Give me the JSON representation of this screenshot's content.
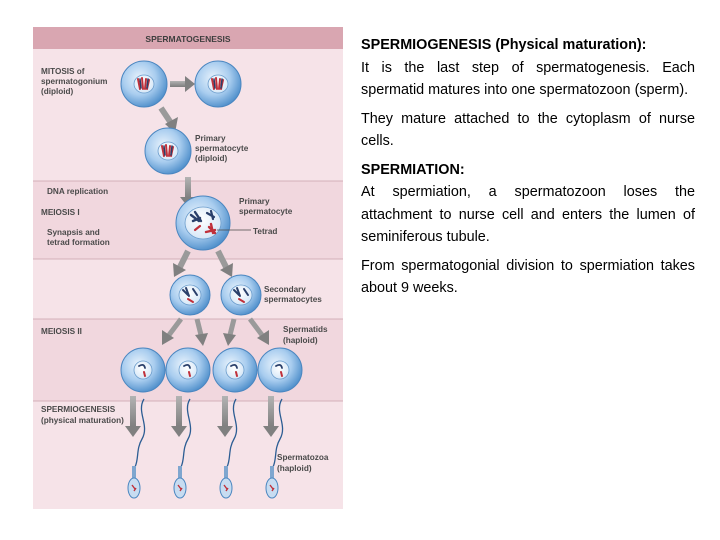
{
  "figure": {
    "title": "SPERMATOGENESIS",
    "labels": {
      "mitosis_1": "MITOSIS of",
      "mitosis_2": "spermatogonium",
      "mitosis_3": "(diploid)",
      "primary_a_1": "Primary",
      "primary_a_2": "spermatocyte",
      "primary_a_3": "(diploid)",
      "dna_replication": "DNA replication",
      "meiosis_1": "MEIOSIS I",
      "synapsis_1": "Synapsis and",
      "synapsis_2": "tetrad formation",
      "primary_b_1": "Primary",
      "primary_b_2": "spermatocyte",
      "tetrad": "Tetrad",
      "secondary_1": "Secondary",
      "secondary_2": "spermatocytes",
      "meiosis_2": "MEIOSIS II",
      "spermatids_1": "Spermatids",
      "spermatids_2": "(haploid)",
      "spermiogenesis_1": "SPERMIOGENESIS",
      "spermiogenesis_2": "(physical maturation)",
      "spermatozoa_1": "Spermatozoa",
      "spermatozoa_2": "(haploid)"
    },
    "colors": {
      "band_pink": "#f4dde3",
      "band_pink_dark": "#e8c3cc",
      "title_bar": "#d9a6b1",
      "cell_blue": "#5b9bd5",
      "arrow_gray": "#8c8c8c"
    }
  },
  "text": {
    "p1_heading": "SPERMIOGENESIS (Physical maturation):",
    "p1_body": "It is the last step of spermatogenesis. Each spermatid matures into one spermatozoon (sperm).",
    "p2": "They mature attached to the cytoplasm of nurse cells.",
    "p3_heading": "SPERMIATION:",
    "p3_body": "At spermiation, a spermatozoon loses the attachment to nurse cell and enters the lumen of seminiferous tubule.",
    "p4": "From spermatogonial division to spermiation takes about 9 weeks."
  }
}
